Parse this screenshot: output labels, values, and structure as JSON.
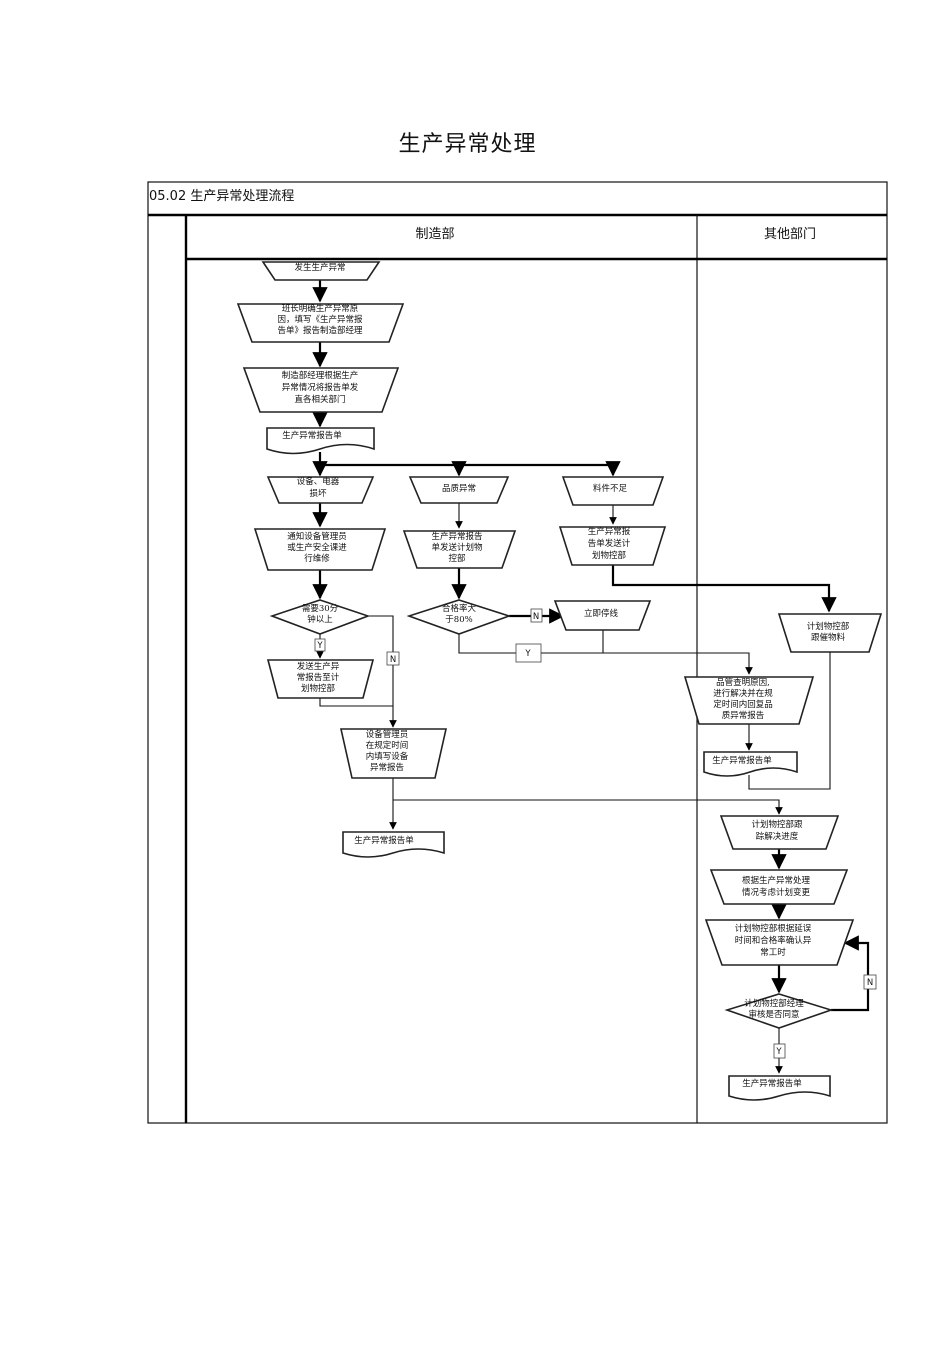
{
  "page": {
    "title": "生产异常处理"
  },
  "table": {
    "section_title": "05.02  生产异常处理流程",
    "col_manufacturing": "制造部",
    "col_other": "其他部门"
  },
  "nodes": {
    "n1": [
      "发生生产异常"
    ],
    "n2": [
      "班长明确生产异常原",
      "因，填写《生产异常报",
      "告单》报告制造部经理"
    ],
    "n3": [
      "制造部经理根据生产",
      "异常情况将报告单发",
      "直各相关部门"
    ],
    "n4": [
      "生产异常报告单"
    ],
    "n5": [
      "设备、电器",
      "损坏"
    ],
    "n6": [
      "品质异常"
    ],
    "n7": [
      "料件不足"
    ],
    "n8": [
      "通知设备管理员",
      "或生产安全课进",
      "行维修"
    ],
    "n9": [
      "生产异常报告",
      "单发送计划物",
      "控部"
    ],
    "n10": [
      "生产异常报",
      "告单发送计",
      "划物控部"
    ],
    "n11": [
      "需要30分",
      "钟以上"
    ],
    "n12": [
      "合格率大",
      "于80%"
    ],
    "n13": [
      "立即停线"
    ],
    "n14": [
      "计划物控部",
      "跟催物料"
    ],
    "n15": [
      "发送生产异",
      "常报告至计",
      "划物控部"
    ],
    "n16": [
      "品管查明原因,",
      "进行解决并在规",
      "定时间内回复品",
      "质异常报告"
    ],
    "n17": [
      "设备管理员",
      "在规定时间",
      "内填写设备",
      "异常报告"
    ],
    "n18": [
      "生产异常报告单"
    ],
    "n19": [
      "计划物控部跟",
      "踪解决进度"
    ],
    "n20": [
      "生产异常报告单"
    ],
    "n21": [
      "根据生产异常处理",
      "情况考虑计划变更"
    ],
    "n22": [
      "计划物控部根据延误",
      "时间和合格率确认异",
      "常工时"
    ],
    "n23": [
      "计划物控部经理",
      "审核是否同意"
    ],
    "n24": [
      "生产异常报告单"
    ]
  },
  "edge_labels": {
    "y_need30": "Y",
    "n_need30": "N",
    "n_pass": "N",
    "y_pass": "Y",
    "n_review": "N",
    "y_review": "Y"
  }
}
